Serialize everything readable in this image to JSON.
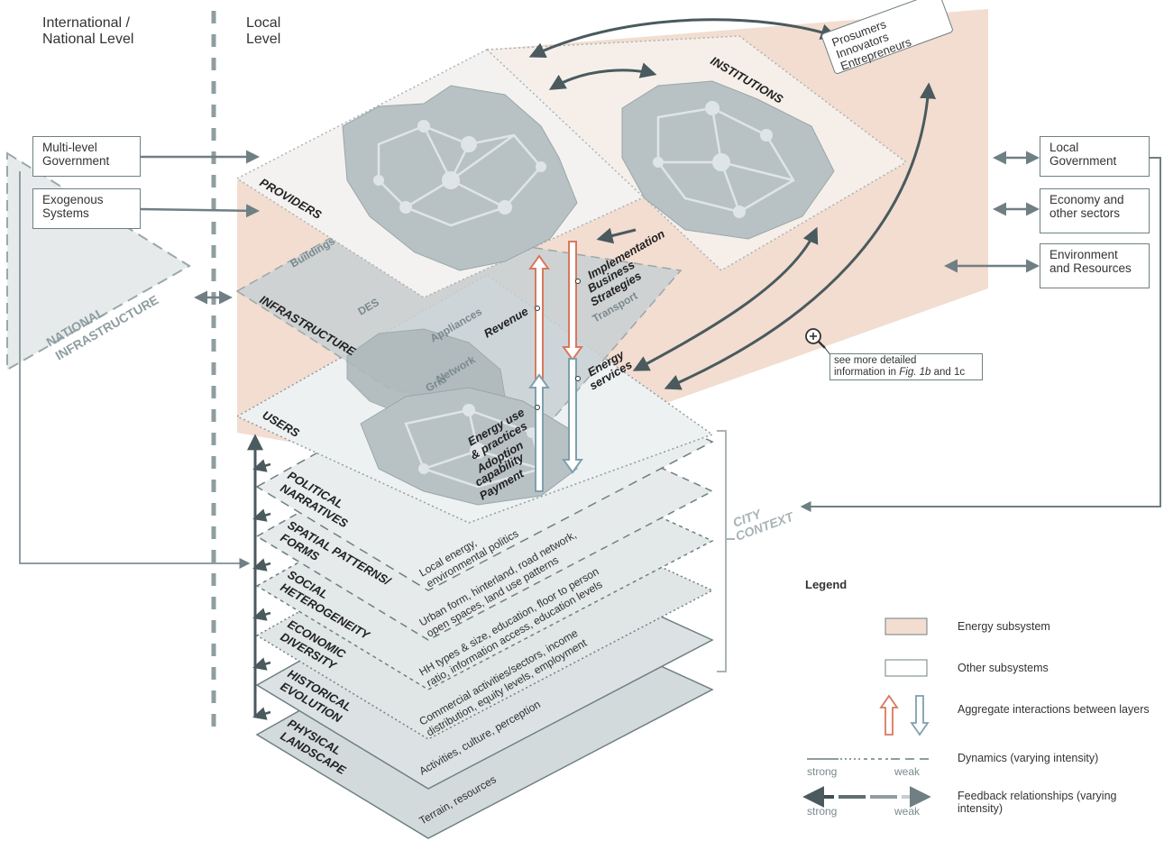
{
  "levels": {
    "international": "International /\nNational Level",
    "local": "Local\nLevel"
  },
  "left_boxes": {
    "multi_level_government": "Multi-level\nGovernment",
    "exogenous_systems": "Exogenous\nSystems"
  },
  "right_boxes": {
    "local_government": "Local\nGovernment",
    "economy": "Economy and\nother sectors",
    "environment": "Environment\nand Resources"
  },
  "top_box": "Prosumers\nInnovators\nEntrepreneurs",
  "national_infrastructure": "NATIONAL\nINFRASTRUCTURE",
  "planes": {
    "providers": "PROVIDERS",
    "institutions": "INSTITUTIONS",
    "infrastructure": "INFRASTRUCTURE",
    "users": "USERS"
  },
  "infrastructure_items": {
    "buildings": "Buildings",
    "des": "DES",
    "appliances": "Appliances",
    "grid": "Grid",
    "network": "Network",
    "transport": "Transport"
  },
  "interactions": {
    "revenue": "Revenue",
    "implementation": "Implementation",
    "business": "Business",
    "strategies": "Strategies",
    "energy": "Energy",
    "services": "services",
    "energy_use": "Energy use",
    "practices": "& practices",
    "adoption": "Adoption",
    "capability": "capability",
    "payment": "Payment"
  },
  "zoom_note": {
    "line1": "see more detailed",
    "line2_pre": "information in ",
    "line2_fig": "Fig. 1b",
    "line2_post": " and 1c"
  },
  "city_context": {
    "city": "CITY",
    "context": "CONTEXT"
  },
  "context_layers": [
    {
      "title1": "POLITICAL",
      "title2": "NARRATIVES",
      "desc1": "Local energy,",
      "desc2": "environmental politics"
    },
    {
      "title1": "SPATIAL PATTERNS/",
      "title2": "FORMS",
      "desc1": "Urban form, hinterland, road network,",
      "desc2": "open spaces, land use patterns"
    },
    {
      "title1": "SOCIAL",
      "title2": "HETEROGENEITY",
      "desc1": "HH types & size, education, floor to person",
      "desc2": "ratio, information access, education levels"
    },
    {
      "title1": "ECONOMIC",
      "title2": "DIVERSITY",
      "desc1": "Commercial activities/sectors, income",
      "desc2": "distribution, equity levels, employment"
    },
    {
      "title1": "HISTORICAL",
      "title2": "EVOLUTION",
      "desc1": "Activities, culture, perception",
      "desc2": ""
    },
    {
      "title1": "PHYSICAL",
      "title2": "LANDSCAPE",
      "desc1": "Terrain, resources",
      "desc2": ""
    }
  ],
  "legend": {
    "title": "Legend",
    "energy_subsystem": "Energy subsystem",
    "other_subsystems": "Other subsystems",
    "aggregate": "Aggregate interactions between layers",
    "dynamics": "Dynamics (varying intensity)",
    "feedback": "Feedback relationships (varying intensity)",
    "strong": "strong",
    "weak": "weak"
  },
  "colors": {
    "energy_fill": "#f2ddd0",
    "plane_grey": "#d3dadc",
    "line_grey": "#6f7f83",
    "dark": "#4a5a5e",
    "red_arrow": "#d9785e",
    "blue_arrow": "#7fa0ad"
  }
}
